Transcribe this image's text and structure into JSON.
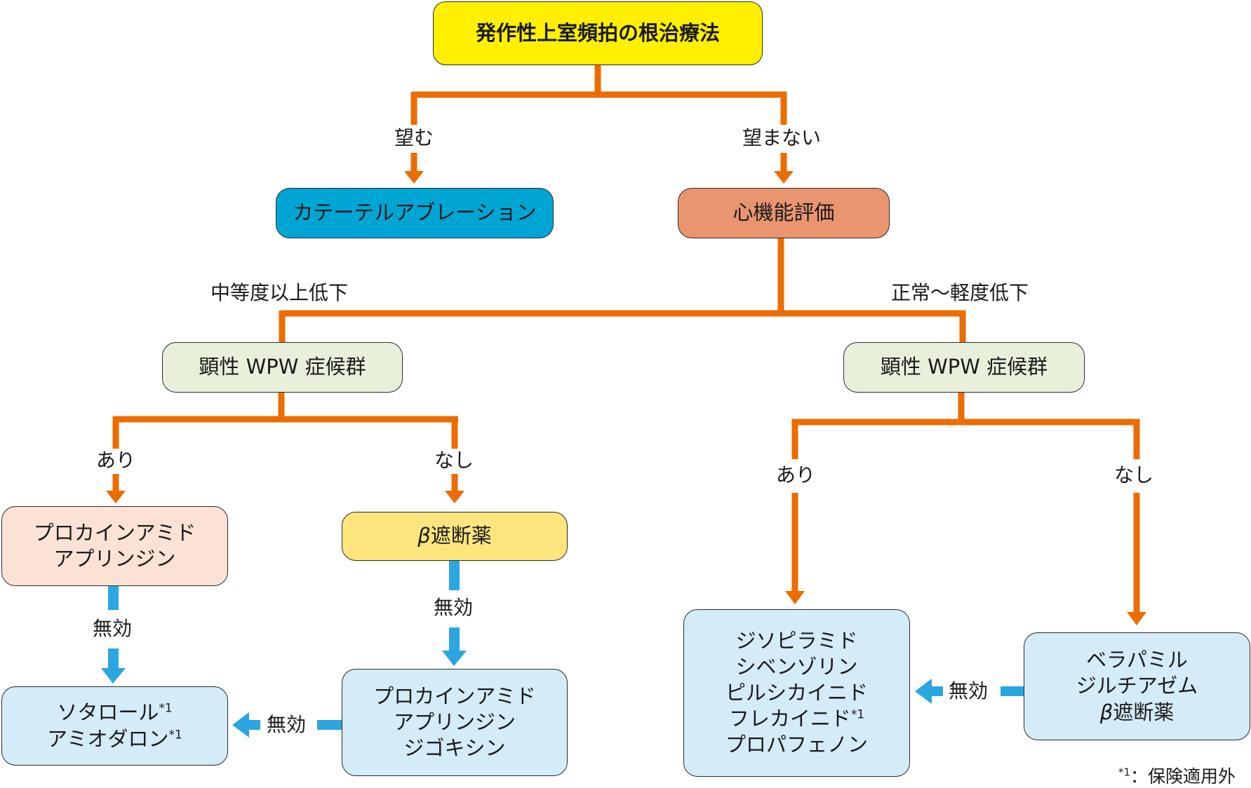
{
  "colors": {
    "orange_connector": "#EC6C00",
    "blue_connector": "#2CA6E0",
    "root_box": "#FFF000",
    "ablation_box": "#00A5D4",
    "cardiac_eval_box": "#E9956F",
    "wpw_box": "#E8F0DC",
    "class1_box": "#FBE2D5",
    "beta_box": "#FFE57E",
    "drug_box": "#D4EBF8"
  },
  "nodes": {
    "root": {
      "lines": [
        "発作性上室頻拍の根治療法"
      ]
    },
    "ablation": {
      "lines": [
        "カテーテルアブレーション"
      ]
    },
    "cardiac_eval": {
      "lines": [
        "心機能評価"
      ]
    },
    "wpw_left": {
      "lines": [
        "顕性 WPW 症候群"
      ]
    },
    "wpw_right": {
      "lines": [
        "顕性 WPW 症候群"
      ]
    },
    "left_ari": {
      "lines": [
        "プロカインアミド",
        "アプリンジン"
      ]
    },
    "left_nashi": {
      "beta": "β",
      "text": "遮断薬"
    },
    "left_ari_fallback": {
      "lines": [
        {
          "text": "ソタロール",
          "note": "*1"
        },
        {
          "text": "アミオダロン",
          "note": "*1"
        }
      ]
    },
    "left_nashi_fallback": {
      "lines": [
        "プロカインアミド",
        "アプリンジン",
        "ジゴキシン"
      ]
    },
    "right_ari": {
      "lines": [
        "ジソピラミド",
        "シベンゾリン",
        "ピルシカイニド",
        {
          "text": "フレカイニド",
          "note": "*1"
        },
        "プロパフェノン"
      ]
    },
    "right_nashi": {
      "lines": [
        "ベラパミル",
        "ジルチアゼム"
      ],
      "beta": "β",
      "beta_text": "遮断薬"
    }
  },
  "edge_labels": {
    "want": "望む",
    "not_want": "望まない",
    "moderate_decline": "中等度以上低下",
    "normal_mild": "正常〜軽度低下",
    "left_ari": "あり",
    "left_nashi": "なし",
    "right_ari": "あり",
    "right_nashi": "なし",
    "ineffective_1": "無効",
    "ineffective_2": "無効",
    "ineffective_3": "無効",
    "ineffective_4": "無効"
  },
  "footnote": {
    "mark": "*1",
    "text": "：保険適用外"
  }
}
